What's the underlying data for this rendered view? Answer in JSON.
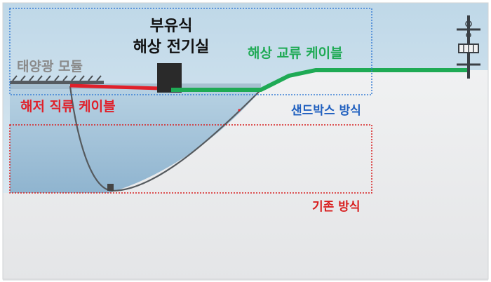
{
  "labels": {
    "solar_module": "태양광 모듈",
    "floating_room_line1": "부유식",
    "floating_room_line2": "해상 전기실",
    "ac_cable": "해상 교류 케이블",
    "dc_cable": "해저 직류 케이블",
    "sandbox_method": "샌드박스 방식",
    "existing_method": "기존 방식"
  },
  "colors": {
    "solar_module_text": "#8a8a8a",
    "floating_room_text": "#111111",
    "ac_cable": "#1faa55",
    "dc_cable": "#e0202a",
    "sandbox_text": "#1f5fbf",
    "sandbox_box": "#3a7fd5",
    "existing_text": "#d81e1e",
    "existing_box": "#d81e1e",
    "sky": "#d7e7f1",
    "sea": "#a9c7dc",
    "ground": "#e9eaeb"
  },
  "icons": {
    "transmission_tower": "transmission-tower-icon",
    "floating_room": "electrical-room-icon"
  }
}
